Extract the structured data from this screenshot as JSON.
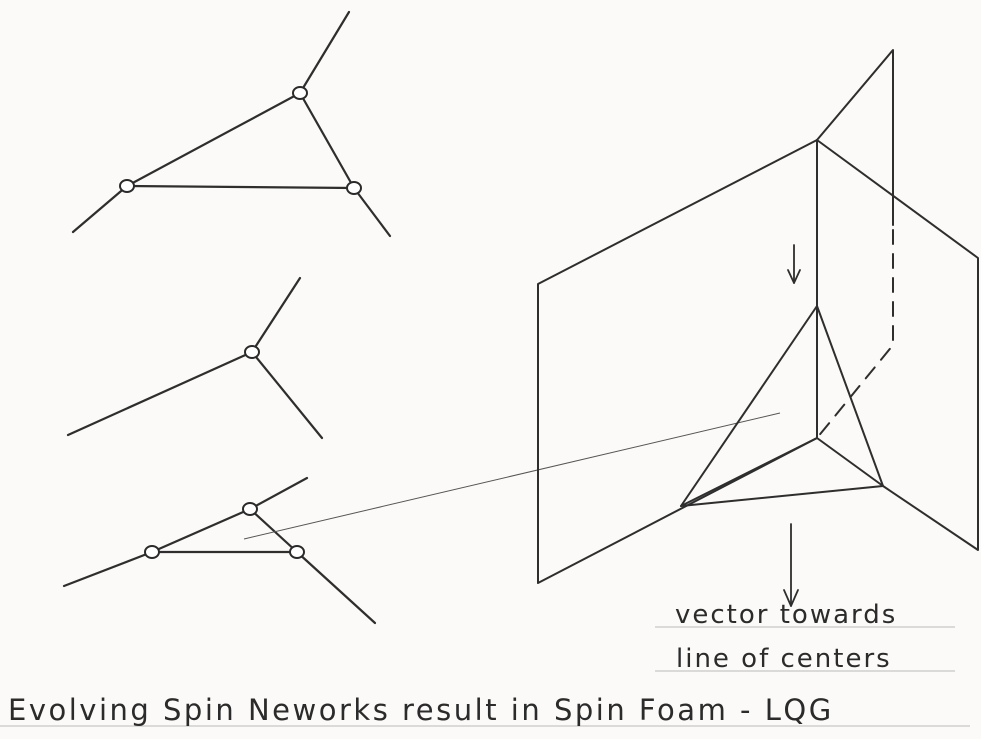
{
  "annotation": {
    "line1": "vector towards",
    "line2": "line of centers"
  },
  "caption": "Evolving Spin Neworks result in Spin Foam - LQG",
  "colors": {
    "ink": "#2e2e2e",
    "paper": "#fbfaf8",
    "rule": "#b9b9b9"
  }
}
